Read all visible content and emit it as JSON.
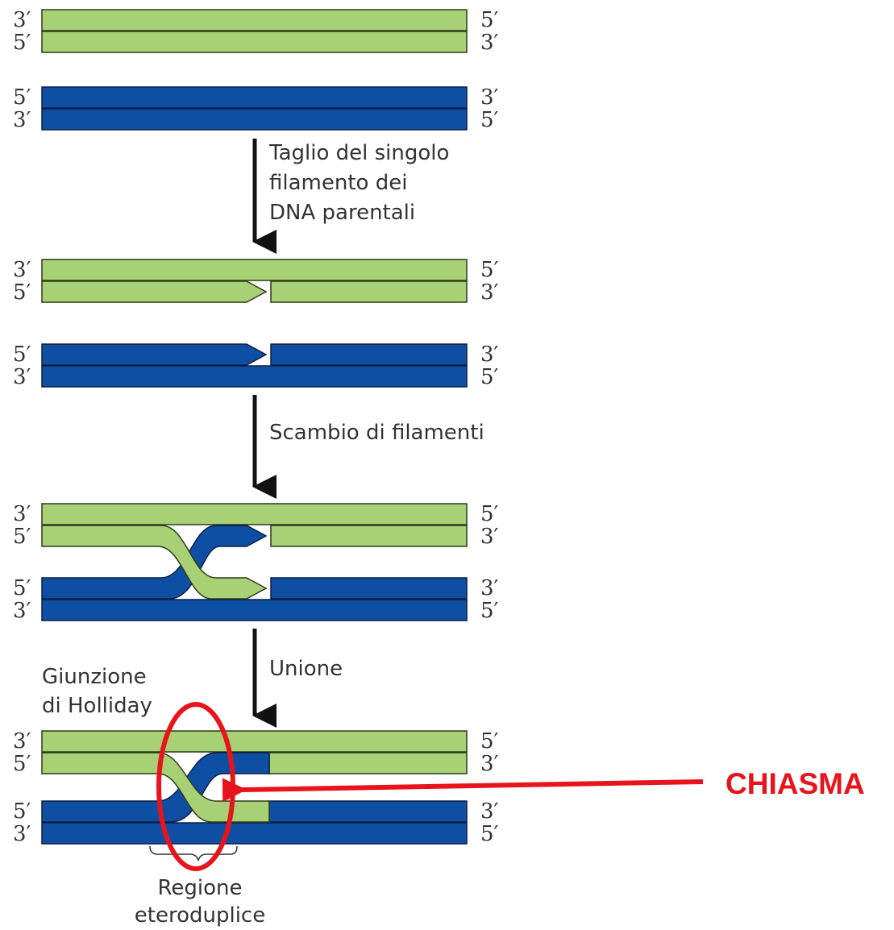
{
  "colors": {
    "green": "#a7d174",
    "blue": "#0f4fa3",
    "accent_red": "#e8141b",
    "text": "#333333",
    "arrow": "#111111"
  },
  "strand_end_labels": {
    "three_prime": "3′",
    "five_prime": "5′"
  },
  "steps": {
    "nick": [
      "Taglio del singolo",
      "filamento dei",
      "DNA parentali"
    ],
    "exchange": [
      "Scambio di filamenti"
    ],
    "ligation": [
      "Unione"
    ]
  },
  "holliday_junction": [
    "Giunzione",
    "di Holliday"
  ],
  "heteroduplex_region": [
    "Regione",
    "eteroduplice"
  ],
  "chiasma": "CHIASMA"
}
